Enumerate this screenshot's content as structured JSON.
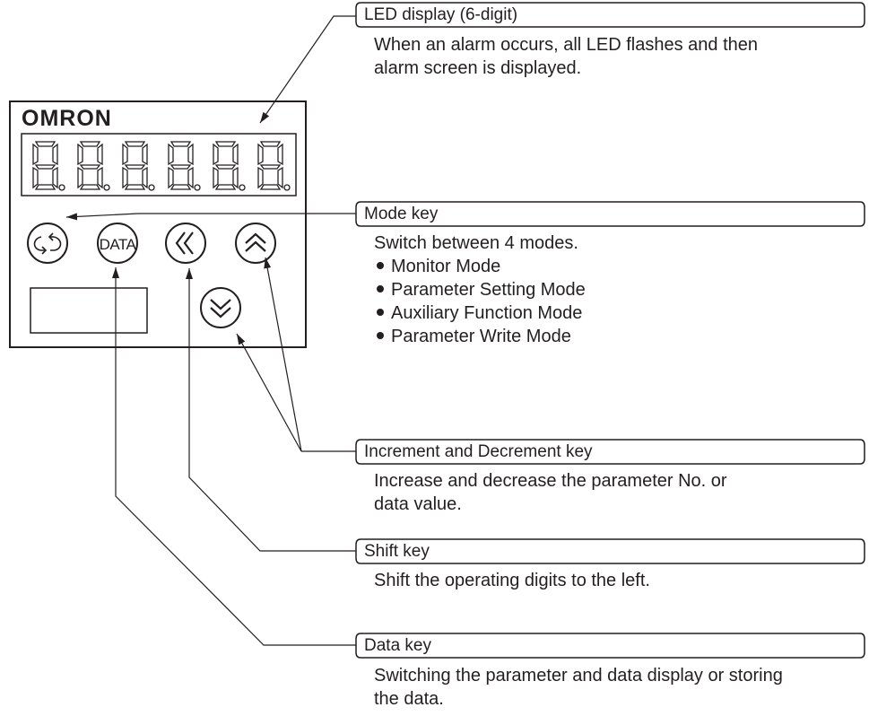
{
  "brand": "OMRON",
  "key_labels": {
    "data_key": "DATA"
  },
  "callouts": {
    "led_display": {
      "title": "LED display (6-digit)",
      "lines": [
        "When an alarm occurs, all LED flashes and then",
        "alarm screen is displayed."
      ]
    },
    "mode_key": {
      "title": "Mode key",
      "lines": [
        "Switch between 4 modes."
      ],
      "items": [
        "Monitor Mode",
        "Parameter Setting Mode",
        "Auxiliary Function Mode",
        "Parameter Write Mode"
      ]
    },
    "inc_dec_key": {
      "title": "Increment and Decrement key",
      "lines": [
        "Increase and decrease the parameter No. or",
        "data value."
      ]
    },
    "shift_key": {
      "title": "Shift key",
      "lines": [
        "Shift the operating digits to the left."
      ]
    },
    "data_key": {
      "title": "Data key",
      "lines": [
        "Switching the parameter and data display or storing",
        "the data."
      ]
    }
  },
  "colors": {
    "ink": "#231f20",
    "background": "#ffffff"
  }
}
